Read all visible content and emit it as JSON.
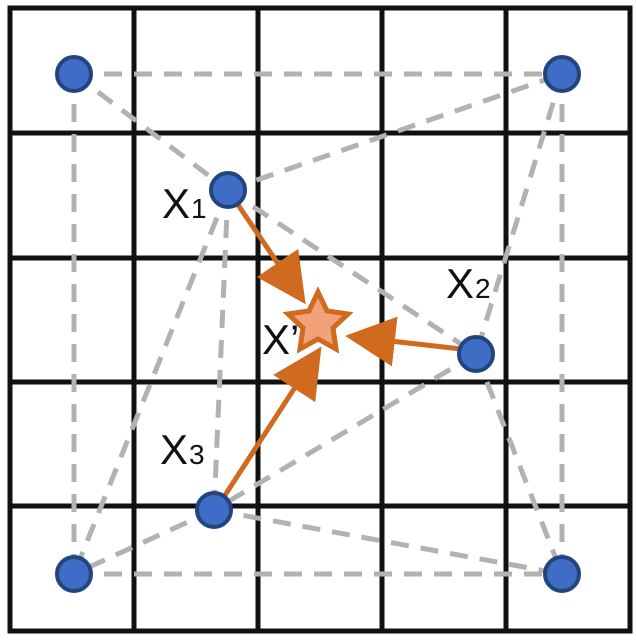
{
  "labels": {
    "x1": {
      "main": "X",
      "sub": "1"
    },
    "x2": {
      "main": "X",
      "sub": "2"
    },
    "x3": {
      "main": "X",
      "sub": "3"
    },
    "xp": {
      "main": "X’"
    }
  },
  "colors": {
    "grid": "#111111",
    "dashed_edge": "#b2b2b2",
    "node_fill": "#3f6cc4",
    "node_stroke": "#23457f",
    "arrow": "#cf6a1e",
    "star_fill": "#f2a27a",
    "star_stroke": "#cf6a1e"
  }
}
